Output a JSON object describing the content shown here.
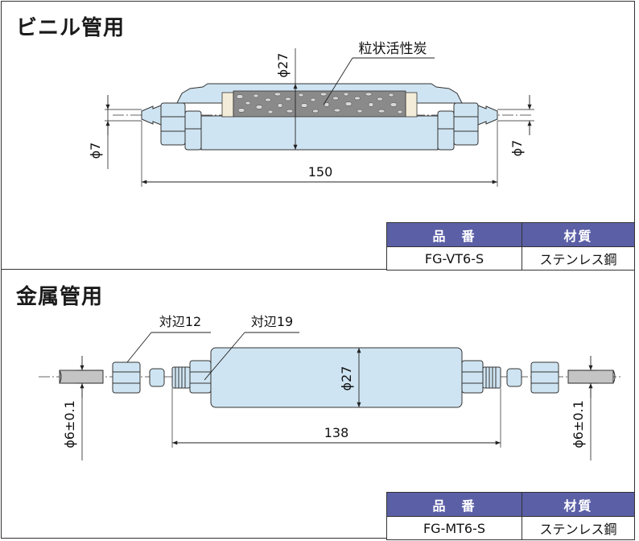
{
  "vinyl": {
    "title": "ビニル管用",
    "material_label": "粒状活性炭",
    "dims": {
      "diameter_body": "ϕ27",
      "diameter_left": "ϕ7",
      "diameter_right": "ϕ7",
      "length": "150"
    },
    "table": {
      "header_part": "品　番",
      "header_material": "材質",
      "part_number": "FG-VT6-S",
      "material": "ステンレス鋼"
    }
  },
  "metal": {
    "title": "金属管用",
    "label_across_12": "対辺12",
    "label_across_19": "対辺19",
    "dims": {
      "diameter_body": "ϕ27",
      "diameter_left": "ϕ6±0.1",
      "diameter_right": "ϕ6±0.1",
      "length": "138"
    },
    "table": {
      "header_part": "品　番",
      "header_material": "材質",
      "part_number": "FG-MT6-S",
      "material": "ステンレス鋼"
    }
  },
  "colors": {
    "body_fill": "#cfe4f2",
    "filter_fill": "#8a8a8a",
    "header_fill": "#5b5fa6",
    "pipe_fill": "#c4c4c4",
    "white_pad": "#f3ecd8"
  }
}
